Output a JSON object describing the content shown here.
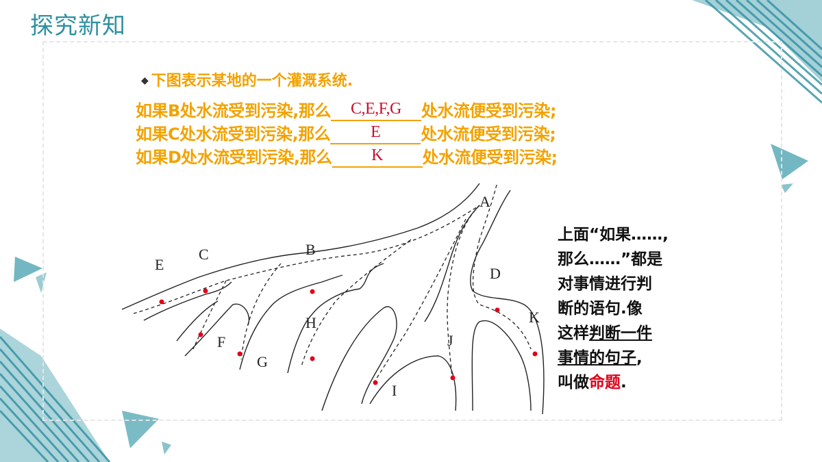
{
  "title": "探究新知",
  "intro": "下图表示某地的一个灌溉系统.",
  "questions": [
    {
      "prefix": "如果B处水流受到污染,那么",
      "answer": "C,E,F,G",
      "suffix": "处水流便受到污染;"
    },
    {
      "prefix": "如果C处水流受到污染,那么",
      "answer": "E",
      "suffix": "处水流便受到污染;"
    },
    {
      "prefix": "如果D处水流受到污染,那么",
      "answer": "K",
      "suffix": "处水流便受到污染;"
    }
  ],
  "map_labels": {
    "A": "A",
    "B": "B",
    "C": "C",
    "D": "D",
    "E": "E",
    "F": "F",
    "G": "G",
    "H": "H",
    "I": "I",
    "J": "J",
    "K": "K"
  },
  "side_text": {
    "line1": "上面“如果……,",
    "line2": "那么……”都是",
    "line3": "对事情进行判",
    "line4": "断的语句.像",
    "line5_pre": "这样",
    "line5_u": "判断一件",
    "line6_u": "事情的句子",
    "line6_post": ",",
    "line7_pre": "叫做",
    "line7_red": "命题",
    "line7_post": "."
  },
  "colors": {
    "title": "#2e8fa0",
    "question": "#f2a200",
    "answer": "#c8102e",
    "highlight": "#e0001b",
    "accent_teal": "#2e8fa0",
    "dots": "#e0001b"
  }
}
